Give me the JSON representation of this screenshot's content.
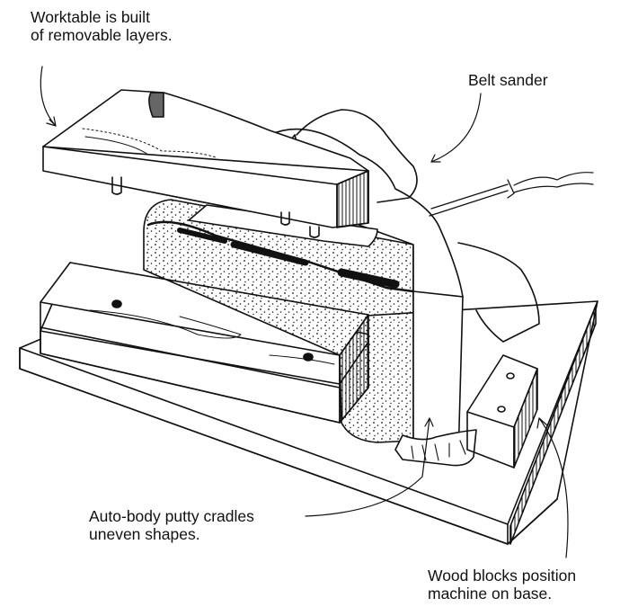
{
  "diagram": {
    "subject": "Belt sander mounted upside-down in a jig on a base board",
    "style": "pen-and-ink sketch",
    "ink_color": "#111111",
    "background_color": "#ffffff"
  },
  "callouts": {
    "worktable": {
      "lines": [
        "Worktable is built",
        "of removable layers."
      ],
      "points_to": "worktable"
    },
    "belt_sander": {
      "lines": [
        "Belt sander"
      ],
      "points_to": "belt-sander"
    },
    "putty": {
      "lines": [
        "Auto-body putty cradles",
        "uneven shapes."
      ],
      "points_to": "putty-cradle"
    },
    "wood_blocks": {
      "lines": [
        "Wood blocks position",
        "machine on base."
      ],
      "points_to": "wood-block"
    }
  }
}
